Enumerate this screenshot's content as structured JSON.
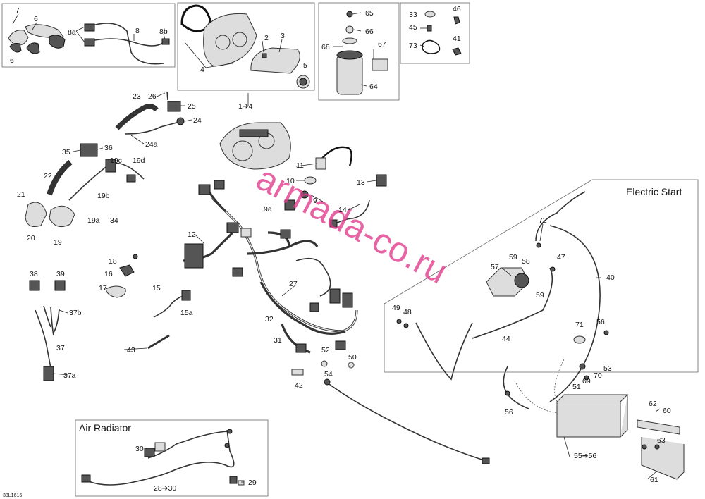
{
  "code": "38L1616",
  "watermark": "armada-co.ru",
  "sections": {
    "electric_start": "Electric Start",
    "air_radiator": "Air Radiator"
  },
  "labels": {
    "p1_4": "1➔4",
    "p2": "2",
    "p3": "3",
    "p4": "4",
    "p5": "5",
    "p6a": "6",
    "p6b": "6",
    "p7": "7",
    "p8": "8",
    "p8a": "8a",
    "p8b": "8b",
    "p9": "9",
    "p9a": "9a",
    "p10": "10",
    "p11": "11",
    "p12": "12",
    "p13": "13",
    "p14": "14",
    "p15": "15",
    "p15a": "15a",
    "p16": "16",
    "p17": "17",
    "p18": "18",
    "p19": "19",
    "p19a": "19a",
    "p19b": "19b",
    "p19c": "19c",
    "p19d": "19d",
    "p20": "20",
    "p21": "21",
    "p22": "22",
    "p23": "23",
    "p24": "24",
    "p24a": "24a",
    "p25": "25",
    "p26": "26",
    "p27": "27",
    "p28_30": "28➔30",
    "p29": "29",
    "p30": "30",
    "p31": "31",
    "p32": "32",
    "p33": "33",
    "p34": "34",
    "p35": "35",
    "p36": "36",
    "p37": "37",
    "p37a": "37a",
    "p37b": "37b",
    "p38": "38",
    "p39": "39",
    "p40": "40",
    "p41": "41",
    "p42": "42",
    "p43": "43",
    "p44": "44",
    "p45": "45",
    "p46": "46",
    "p47": "47",
    "p48": "48",
    "p49": "49",
    "p50": "50",
    "p51": "51",
    "p52": "52",
    "p53": "53",
    "p54": "54",
    "p55_56": "55➔56",
    "p56a": "56",
    "p56b": "56",
    "p57": "57",
    "p58": "58",
    "p59a": "59",
    "p59b": "59",
    "p60": "60",
    "p61": "61",
    "p62": "62",
    "p63": "63",
    "p64": "64",
    "p65": "65",
    "p66": "66",
    "p67": "67",
    "p68": "68",
    "p69": "69",
    "p70": "70",
    "p71": "71",
    "p72": "72",
    "p73": "73"
  },
  "colors": {
    "watermark": "#e23d8d",
    "line": "#222222",
    "background": "#ffffff"
  }
}
